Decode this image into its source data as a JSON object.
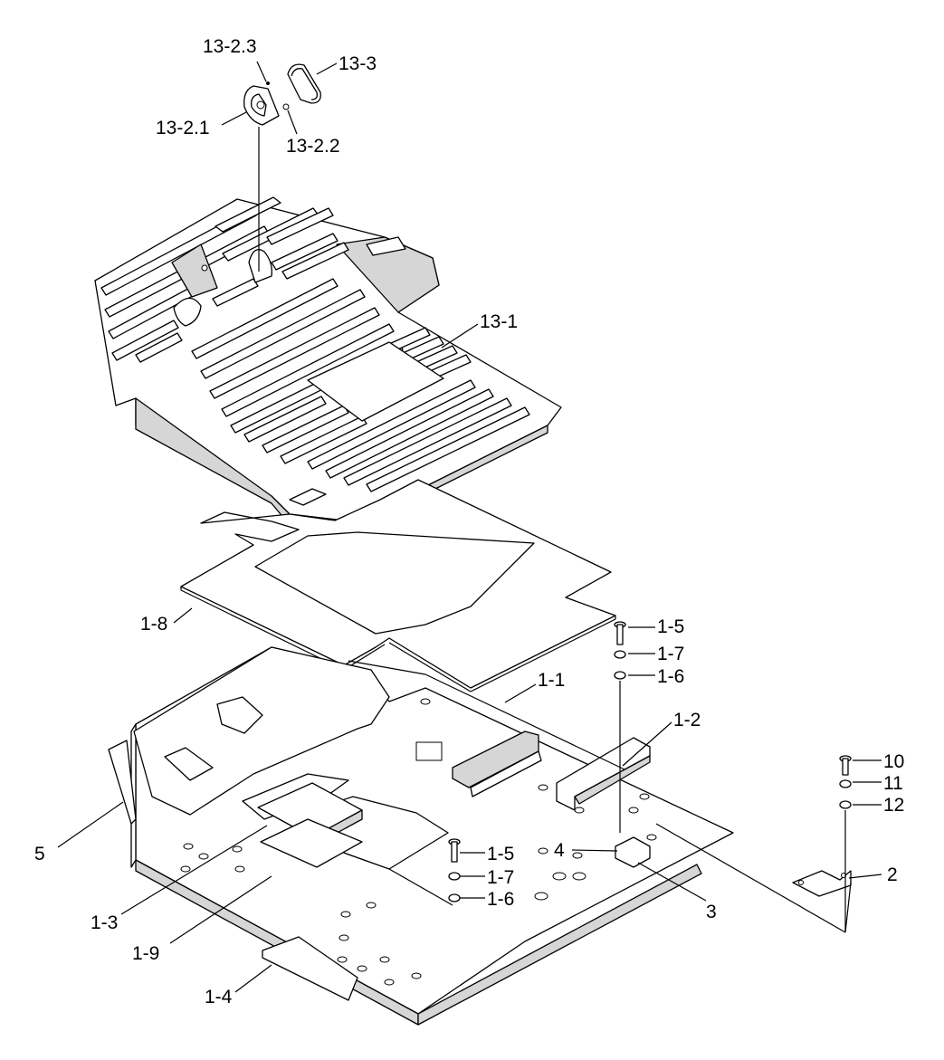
{
  "labels": {
    "p13_2_3": "13-2.3",
    "p13_3": "13-3",
    "p13_2_1": "13-2.1",
    "p13_2_2": "13-2.2",
    "p13_1": "13-1",
    "p1_8": "1-8",
    "p1_5_top": "1-5",
    "p1_7_top": "1-7",
    "p1_6_top": "1-6",
    "p1_1": "1-1",
    "p1_2": "1-2",
    "p10": "10",
    "p11": "11",
    "p12": "12",
    "p5": "5",
    "p4": "4",
    "p1_5_mid": "1-5",
    "p1_7_mid": "1-7",
    "p1_6_mid": "1-6",
    "p2": "2",
    "p1_3": "1-3",
    "p3": "3",
    "p1_9": "1-9",
    "p1_4": "1-4"
  }
}
